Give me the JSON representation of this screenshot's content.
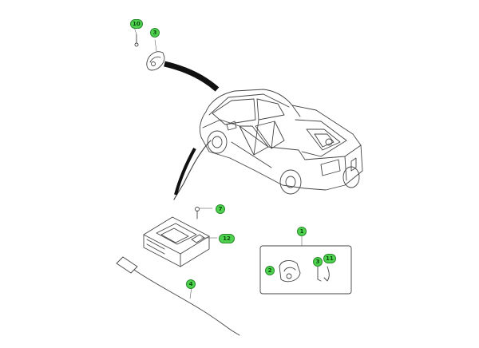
{
  "colors": {
    "callout_fill": "#4fd24f",
    "callout_border": "#2a8a2a",
    "line_art": "#444444",
    "thick_strip": "#111111"
  },
  "callouts": [
    {
      "id": "c10a",
      "label": "10"
    },
    {
      "id": "c3a",
      "label": "3"
    },
    {
      "id": "c7",
      "label": "7"
    },
    {
      "id": "c12",
      "label": "12"
    },
    {
      "id": "c1",
      "label": "1"
    },
    {
      "id": "c2",
      "label": "2"
    },
    {
      "id": "c3b",
      "label": "3"
    },
    {
      "id": "c11",
      "label": "11"
    },
    {
      "id": "c4",
      "label": "4"
    }
  ]
}
